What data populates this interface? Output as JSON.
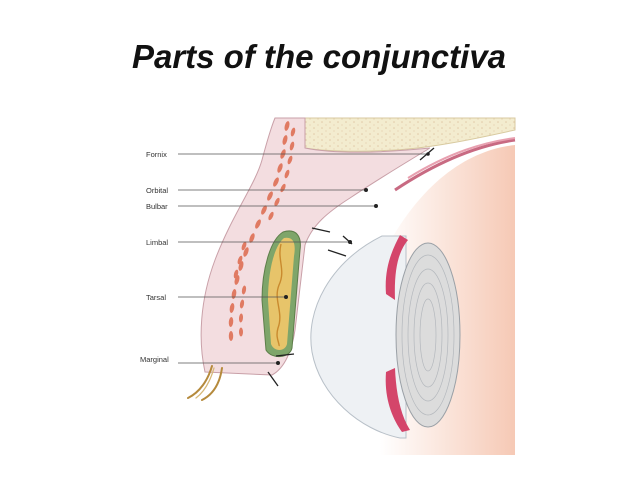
{
  "slide": {
    "title": "Parts of the conjunctiva"
  },
  "diagram": {
    "labels": {
      "fornix": "Fornix",
      "orbital": "Orbital",
      "bulbar": "Bulbar",
      "limbal": "Limbal",
      "tarsal": "Tarsal",
      "marginal": "Marginal"
    }
  },
  "colors": {
    "eyelid_tissue": "#f3dde0",
    "muscle_bands": "#e07a62",
    "tarsal_plate": "#e7c46a",
    "lens": "#dcdcdc",
    "cornea": "#eef1f4",
    "iris": "#d4456a",
    "orbital_bone": "#f3eccf",
    "sclera_gradient": "#f6c9b5"
  }
}
